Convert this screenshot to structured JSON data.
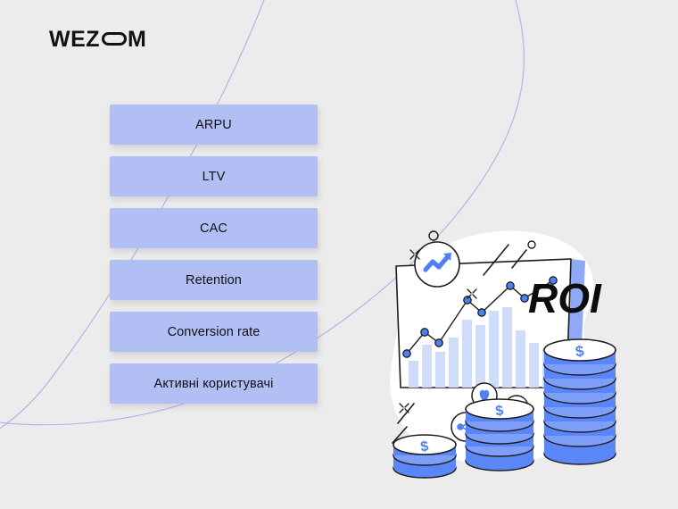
{
  "page": {
    "background_color": "#ececec",
    "accent_color": "#b2bff5",
    "brand_color": "#121212",
    "illustration_blue": "#4f7ef5",
    "illustration_light_blue": "#cfddfa",
    "curve_color": "#a3a6e8"
  },
  "brand": {
    "logo_part1": "WEZ",
    "logo_part2": "M",
    "logo_full": "WEZOM",
    "logo_o_icon": "oval-o-letter"
  },
  "metrics": {
    "items": [
      {
        "label": "ARPU"
      },
      {
        "label": "LTV"
      },
      {
        "label": "CAC"
      },
      {
        "label": "Retention"
      },
      {
        "label": "Conversion rate"
      },
      {
        "label": "Активні користувачі"
      }
    ]
  },
  "illustration": {
    "name": "roi-analytics-illustration",
    "roi_label": "ROI",
    "currency_symbol": "$",
    "icons": [
      {
        "name": "trending-up-icon"
      },
      {
        "name": "heart-icon"
      },
      {
        "name": "share-icon"
      },
      {
        "name": "dollar-circle-icon"
      }
    ],
    "chart": {
      "type": "bar",
      "bar_values": [
        30,
        48,
        40,
        56,
        76,
        70,
        86,
        90,
        64,
        50,
        44,
        38
      ],
      "line_values": [
        18,
        35,
        26,
        62,
        52,
        74,
        64,
        80
      ]
    },
    "coin_stacks": [
      {
        "name": "coin-stack-small",
        "coins": 3
      },
      {
        "name": "coin-stack-medium",
        "coins": 5
      },
      {
        "name": "coin-stack-large",
        "coins": 8
      }
    ]
  }
}
